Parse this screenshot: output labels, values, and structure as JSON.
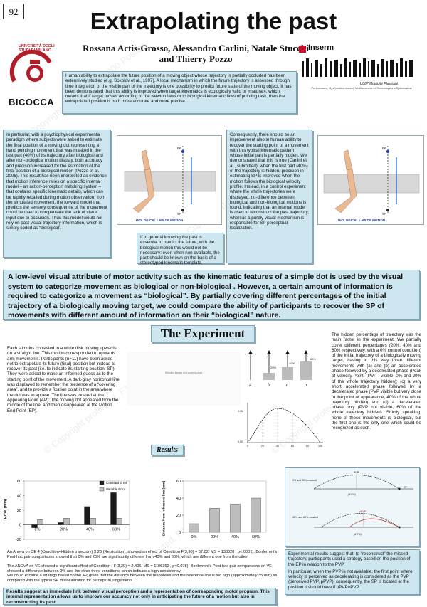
{
  "poster_number": "92",
  "title": "Extrapolating the past",
  "authors": "Rossana Actis-Grosso, Alessandro Carlini, Natale Stucchi and Thierry Pozzo",
  "university": {
    "arc_text": "UNIVERSITÀ DEGLI STUDI DI MILANO",
    "name": "BICOCCA"
  },
  "inserm": {
    "logo": "Inserm",
    "unit": "U887 Motricité Plasticité",
    "subtitle": "Performance, Dysfonctionnement, Vieillissement et Technologies d'Optimisation"
  },
  "intro_text": "Human ability to extrapolate the future position of a moving object whose trajectory is partially occluded has been extensively studied (e.g. Sokolov et al., 1997). A local mechanism in which the future trajectory is assessed through time integration of the visible part of the trajectory is one possibility to predict future state of the moving object. It has been demonstrated that this ability is improved when target kinematics is ecologically valid or «natural», which means that if target moves according to the Newton laws or to biological kinematic laws of pointing task, then the extrapolated position is both more accurate and more precise.",
  "left_text": "In particular, with a psychophysical experimental paradigm where subjects were asked to estimate the final position of a moving dot representing a hand pointing movement that was masked in the last part (40%) of its trajectory after biological and after non-biological motion display, both accuracy and precision increased for the estimation of the final position of a biological motion (Pozzo et al., 2006). This result has been interpreted as evidence that motion inference relies on a specific internal model – an action-perception matching system – that contains specific kinematic details, which can be rapidly recalled during motion observation: from the simulated movement, the forward model that predicts the sensory consequence of the movement could be used to compensate the lack of visual input due to occlusion. Thus this model would not rely on past visual trajectory information, which is simply coded as “biological”.",
  "middle_text": "If in general knowing the past is essential to predict the future, with the biological motion this would not be necessary: even when non available, the past should be known on the basis of a stereotyped kinematic template.",
  "right_text": "Consequently, there should be an improvement also in human ability to recover the starting point of a movement with this typical kinematic pattern, whose initial part is partially hidden. We demonstrated that this is true (Carlini et al., submitted): when the first part (40%) of the trajectory is hidden, precision in estimating SP is improved when the motion follows the biological velocity profile. Instead, in a control experiment where the whole trajectories were displayed, no-difference between biological and non-biological motions is found, indicating that an internal model is used to reconstruct the past trajectory, whereas a purely visual mechanism is responsible for SP perceptual localization.",
  "figure1": {
    "caption": "BIOLOGICAL LAW OF MOTION",
    "ep": "EP",
    "sp": "SP"
  },
  "figure2": {
    "caption": "BIOLOGICAL LAW OF MOTION",
    "ep": "EP",
    "sp": "SP"
  },
  "highlight_text": "A low-level visual attribute of motor activity such as the kinematic features of a simple dot is used by the visual system to categorize movement as biological or non-biological . However, a certain amount of information is required to categorize a movement as “biological”.  By partially covering different percentages of the initial trajectory of a biologically moving target, we could compare the ability of participants to recover the SP of movements with different amount of information on their “biological” nature.",
  "experiment_heading": "The Experiment",
  "experiment_text": "Each stimulus consisted in a white disk moving upwards on a straight line. This motion corresponded to upwards arm movements. Participants (n=11) have been asked not to extrapolate its future (final) position but instead to recover its past (i.e. to indicate its starting position, SP). They were asked to make an informed guess as to the starting point of the movement. A dark-gray horizontal line was displayed to remember the presence of a “covering area”, and to provide a fixation point in the area where the dot was to appear. The line was located at the Appearing Point (AP): The moving dot appeared from the middle of the line, and then disappeared at the Motion End Point (EP).",
  "exp_right_text": "The hidden percentage of trajectory was the main factor in the experiment: We partially cover different percentages (20%, 40% and 60% respectively, with a 0% control condition) of the initial trajectory of a biologically moving target, having in this way three different movements with (a) and (b) an accelerated phase followed by a decelerated phase (Peak of Velocity Point - PVP - visible, 0% and 20% of the whole trajectory hidden); (c) a very short accelerated phase followed by a decelerated phase (PVP visible but very close to the point of appearance, 40% of the whole trajectory hidden) and (d) a decelerated phase only (PVP not visible, 60% of the whole trajectory hidden). Strictly speaking, none of these movements is biological, but the first one is the only one which could be recognized as such.",
  "stimulus_caption": "Stimulus frames and covering area",
  "panels": {
    "labels": [
      "a",
      "b",
      "c",
      "d"
    ],
    "percents": [
      "20%",
      "40%",
      "60%"
    ]
  },
  "velocity_plot": {
    "y_ticks": [
      "0.00",
      "0.15"
    ],
    "x_ticks": [
      "0",
      "20",
      "40",
      "60",
      "80",
      "100"
    ]
  },
  "results_heading": "Results",
  "chart_data": [
    {
      "type": "bar",
      "title": "",
      "xlabel": "",
      "ylabel": "Error (mm)",
      "ylim": [
        -20,
        60
      ],
      "categories": [
        "0%",
        "20%",
        "40%",
        "60%"
      ],
      "series": [
        {
          "name": "Constant Error",
          "values": [
            -4,
            3,
            25,
            44
          ]
        },
        {
          "name": "Variable Error",
          "values": [
            7,
            9,
            9,
            9
          ]
        }
      ],
      "y_ticks": [
        -20,
        0,
        20,
        40,
        60
      ],
      "legend": "top-right"
    },
    {
      "type": "bar",
      "title": "",
      "xlabel": "",
      "ylabel": "Distance from reference line (mm)",
      "ylim": [
        0,
        60
      ],
      "categories": [
        "0%",
        "20%",
        "40%",
        "60%"
      ],
      "values": [
        10,
        28,
        33,
        40
      ],
      "y_ticks": [
        0,
        20,
        40,
        60
      ]
    }
  ],
  "anova_text_1": "An Anova on CE 4 (Condition=Hidden trajectory) X 25 (Replication), showed an effect of Condition F(3,30) = 37.02, MS = 133028 , p<.0001). Bonferroni’s Post-hoc pair comparisons showed that 0% and 20% are significantly different from 40% and 60%, which are different one from the other.",
  "anova_text_2": "The ANOVA on VE showed a significant effect of Condition ( F(3,30) = 2.495, MS = 1106352 , p=0.078); Bonferroni’s Post-hoc pair comparisons on VE showed a difference between 0% and the other three conditions, which indicate a high consistency.",
  "anova_text_3": "We could exclude a strategy based on the AP, given that the distance between the responses and the reference line is too high (approximately 35 mm) as compared with the typical SP mislocalization for perceptual judgements.",
  "results_summary": "Results suggest an immediate link between visual perception and a representation of corresponding motor program. This internal representation allows us to improve our accuracy not only in anticipating the future of a motion but also in reconstructing its past.",
  "diagram_labels": {
    "top": "0% and 20% masked",
    "bottom": "40% and 60% masked",
    "pvp": "PVP",
    "pvp_b": "pPVP",
    "ep": "EP",
    "n1": "(d'V%)",
    "n2": "(d'V%)"
  },
  "experimental_results_text": "Experimental results suggest that, to “reconstruct” the missed trajectory, participants used a strategy based on the position of the EP in relation to the PVP.",
  "experimental_results_text_2": "In particular, when the PVP is not available, the first point where velocity is perceived as decelerating is considered as the PVP (perceived PVP, pPVP); consequently, the SP is located at the position it should have if pPVP=PVP.",
  "colors": {
    "box_bg": "#cde6ef",
    "box_border": "#7aa3b5",
    "constant_error": "#1a1a1a",
    "variable_error": "#bdbdbd",
    "distance_bar": "#bdbdbd",
    "arm_skin": "#e9b98f"
  }
}
